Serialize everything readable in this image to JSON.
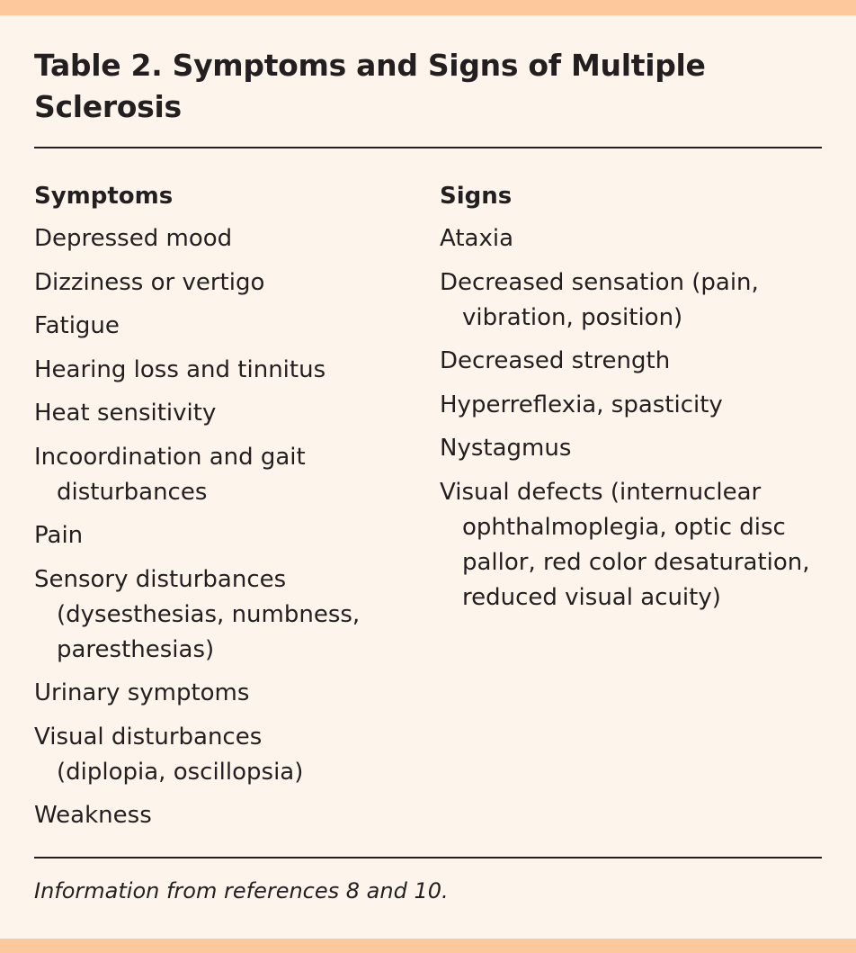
{
  "title": "Table 2. Symptoms and Signs of Multiple Sclerosis",
  "columns": {
    "symptoms": {
      "heading": "Symptoms",
      "items": [
        "Depressed mood",
        "Dizziness or vertigo",
        "Fatigue",
        "Hearing loss and tinnitus",
        "Heat sensitivity",
        "Incoordination and gait disturbances",
        "Pain",
        "Sensory disturbances (dysesthesias, numbness, paresthesias)",
        "Urinary symptoms",
        "Visual disturbances (diplopia, oscillopsia)",
        "Weakness"
      ]
    },
    "signs": {
      "heading": "Signs",
      "items": [
        "Ataxia",
        "Decreased sensation (pain, vibration, position)",
        "Decreased strength",
        "Hyperreflexia, spasticity",
        "Nystagmus",
        "Visual defects (internuclear ophthalmoplegia, optic disc pallor, red color desaturation, reduced visual acuity)"
      ]
    }
  },
  "footnote": "Information from references 8 and 10.",
  "colors": {
    "band": "#fcc89c",
    "background": "#fdf5eb",
    "text": "#231f20"
  }
}
